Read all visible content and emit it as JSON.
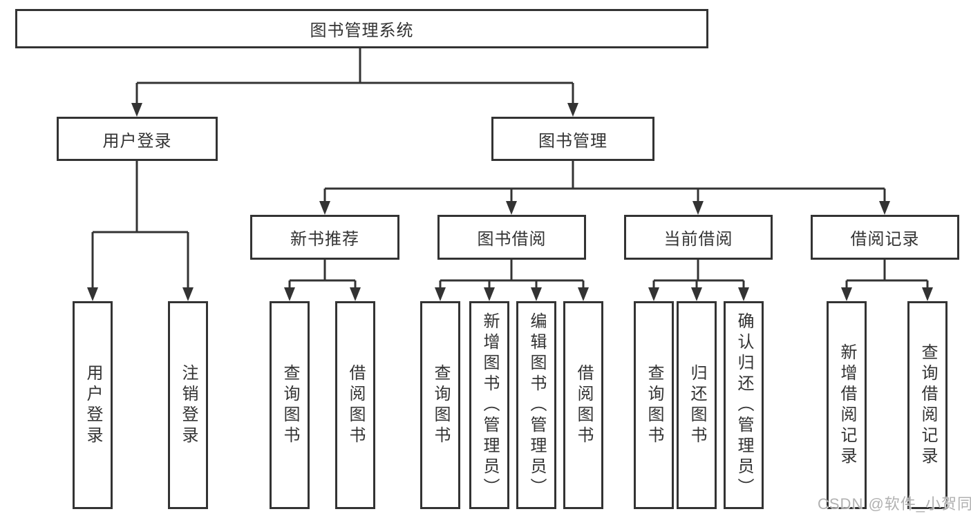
{
  "diagram": {
    "title": "图书管理系统",
    "tree": {
      "label": "图书管理系统",
      "children": [
        {
          "label": "用户登录",
          "children": [
            {
              "label": "用户登录"
            },
            {
              "label": "注销登录"
            }
          ]
        },
        {
          "label": "图书管理",
          "children": [
            {
              "label": "新书推荐",
              "children": [
                {
                  "label": "查询图书"
                },
                {
                  "label": "借阅图书"
                }
              ]
            },
            {
              "label": "图书借阅",
              "children": [
                {
                  "label": "查询图书"
                },
                {
                  "label": "新增图书（管理员）"
                },
                {
                  "label": "编辑图书（管理员）"
                },
                {
                  "label": "借阅图书"
                }
              ]
            },
            {
              "label": "当前借阅",
              "children": [
                {
                  "label": "查询图书"
                },
                {
                  "label": "归还图书"
                },
                {
                  "label": "确认归还（管理员）"
                }
              ]
            },
            {
              "label": "借阅记录",
              "children": [
                {
                  "label": "新增借阅记录"
                },
                {
                  "label": "查询借阅记录"
                }
              ]
            }
          ]
        }
      ]
    },
    "watermark": "CSDN @软件_小贺同学",
    "colors": {
      "line": "#333333",
      "text": "#333333",
      "background": "#ffffff",
      "watermark": "#a9a9a9"
    }
  }
}
